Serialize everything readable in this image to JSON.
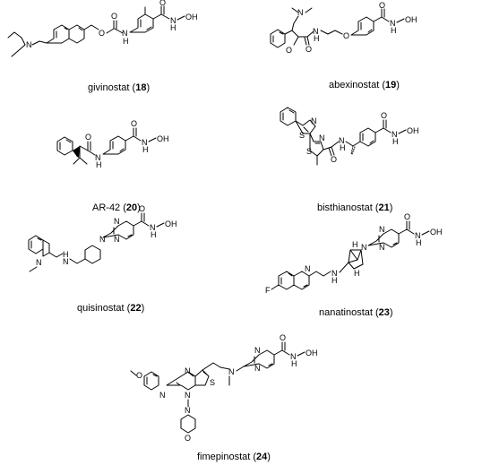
{
  "colors": {
    "ink": "#000000",
    "background": "#ffffff"
  },
  "atoms": {
    "N": "N",
    "O": "O",
    "H": "H",
    "S": "S",
    "F": "F",
    "NH": "NH",
    "OH": "OH",
    "HN": "HN"
  },
  "compounds": [
    {
      "name": "givinostat",
      "number": "18"
    },
    {
      "name": "abexinostat",
      "number": "19"
    },
    {
      "name": "AR-42",
      "number": "20"
    },
    {
      "name": "bisthianostat",
      "number": "21"
    },
    {
      "name": "quisinostat",
      "number": "22"
    },
    {
      "name": "nanatinostat",
      "number": "23"
    },
    {
      "name": "fimepinostat",
      "number": "24"
    }
  ]
}
